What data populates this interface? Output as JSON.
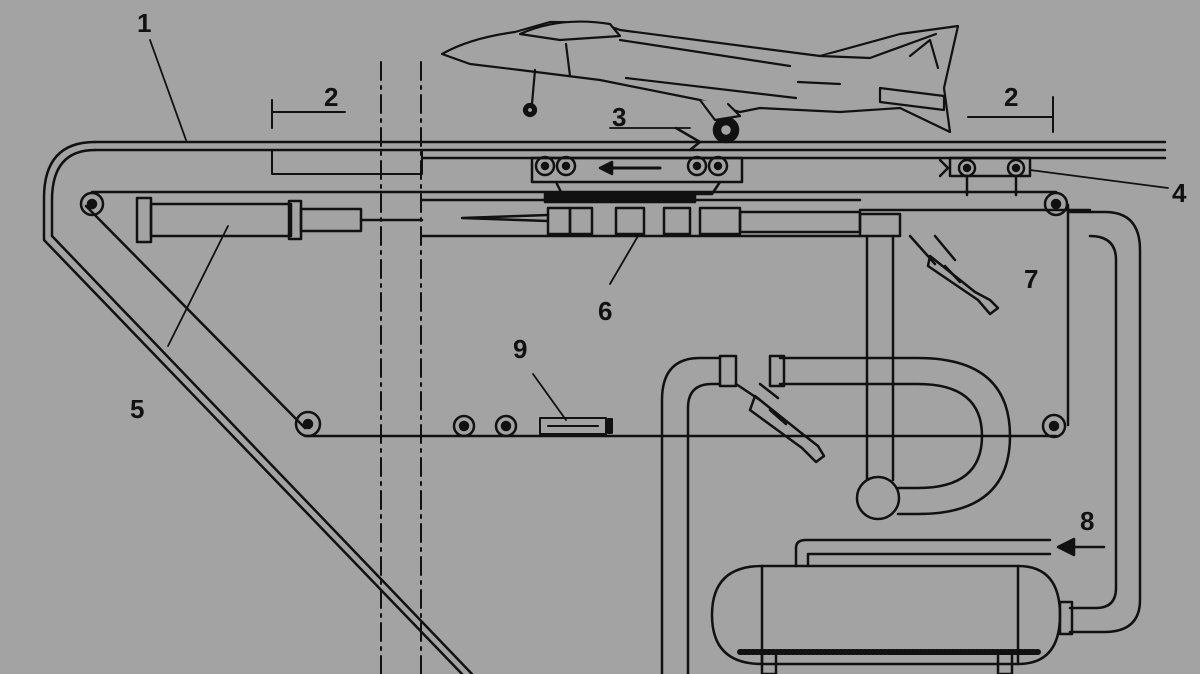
{
  "diagram": {
    "background": "#a3a3a3",
    "ink": "#111111",
    "callouts": {
      "c1": "1",
      "c2a": "2",
      "c2b": "2",
      "c3": "3",
      "c4": "4",
      "c5": "5",
      "c6": "6",
      "c7": "7",
      "c8": "8",
      "c9": "9"
    }
  }
}
